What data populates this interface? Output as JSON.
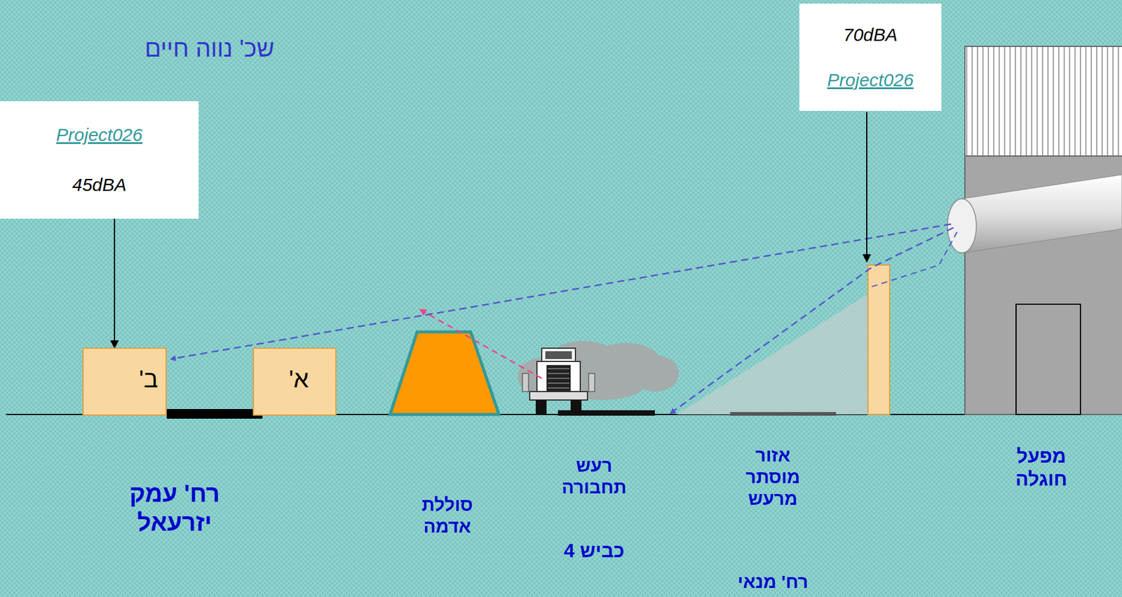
{
  "diagram": {
    "nodes": [
      {
        "text": [
          "Project026",
          "45dBA"
        ]
      },
      {
        "text": [
          "70dBA",
          "Project026"
        ]
      },
      {
        "text": [
          "ב'"
        ]
      },
      {
        "text": [
          "א'"
        ]
      }
    ],
    "edges": [
      {
        "from": 0,
        "to": 2,
        "arrow": "to"
      }
    ],
    "labels": [
      "שכ' נווה חיים",
      "רח' עמק יזרעאל",
      "סוללת אדמה",
      "רעש תחבורה",
      "כביש 4",
      "אזור מוסתר מרעש",
      "רח' מנאי",
      "מפעל חוגלה"
    ]
  }
}
